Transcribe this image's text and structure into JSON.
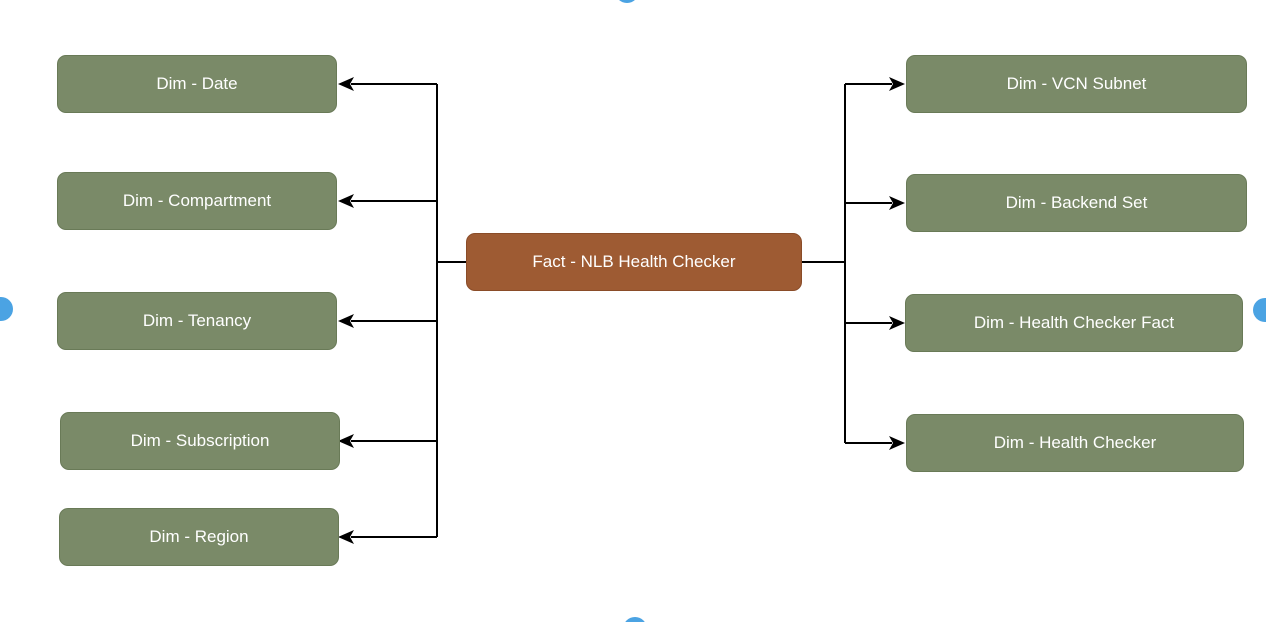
{
  "fact": {
    "label": "Fact - NLB Health Checker"
  },
  "dimensions_left": [
    {
      "label": "Dim - Date"
    },
    {
      "label": "Dim - Compartment"
    },
    {
      "label": "Dim - Tenancy"
    },
    {
      "label": "Dim - Subscription"
    },
    {
      "label": "Dim - Region"
    }
  ],
  "dimensions_right": [
    {
      "label": "Dim - VCN Subnet"
    },
    {
      "label": "Dim - Backend Set"
    },
    {
      "label": "Dim - Health Checker Fact"
    },
    {
      "label": "Dim - Health Checker"
    }
  ],
  "edges": [
    {
      "from": "Fact - NLB Health Checker",
      "to": "Dim - Date"
    },
    {
      "from": "Fact - NLB Health Checker",
      "to": "Dim - Compartment"
    },
    {
      "from": "Fact - NLB Health Checker",
      "to": "Dim - Tenancy"
    },
    {
      "from": "Fact - NLB Health Checker",
      "to": "Dim - Subscription"
    },
    {
      "from": "Fact - NLB Health Checker",
      "to": "Dim - Region"
    },
    {
      "from": "Fact - NLB Health Checker",
      "to": "Dim - VCN Subnet"
    },
    {
      "from": "Fact - NLB Health Checker",
      "to": "Dim - Backend Set"
    },
    {
      "from": "Fact - NLB Health Checker",
      "to": "Dim - Health Checker Fact"
    },
    {
      "from": "Fact - NLB Health Checker",
      "to": "Dim - Health Checker"
    }
  ],
  "colors": {
    "dimension_fill": "#7a8a68",
    "dimension_border": "#697a57",
    "fact_fill": "#9e5b33",
    "fact_border": "#8a4c28",
    "connector": "#000000",
    "node_text": "#ffffff",
    "handle_blue": "#4ba3e3",
    "canvas_bg": "#ffffff"
  }
}
